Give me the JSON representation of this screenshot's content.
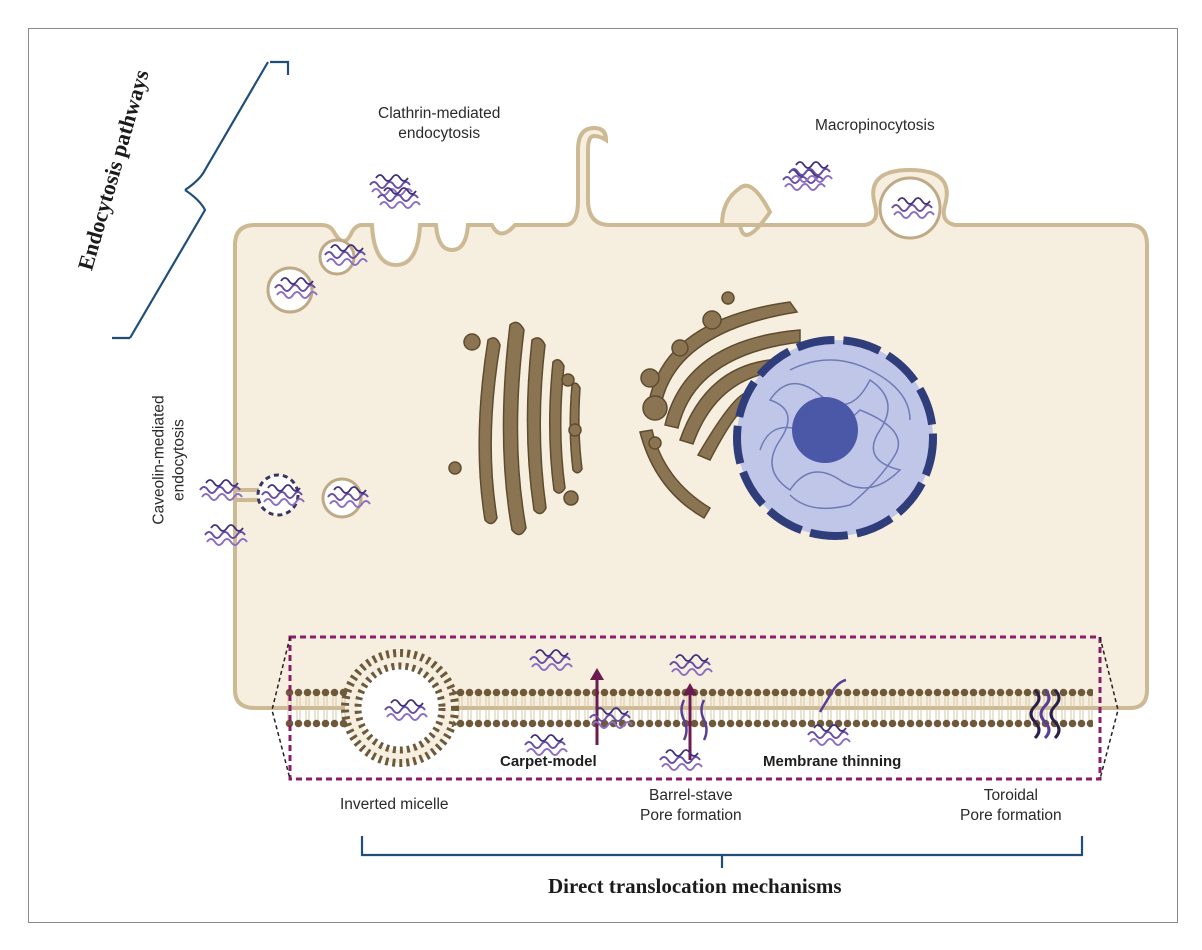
{
  "labels": {
    "endocytosis_pathways": "Endocytosis pathways",
    "clathrin_line1": "Clathrin-mediated",
    "clathrin_line2": "endocytosis",
    "macropinocytosis": "Macropinocytosis",
    "caveolin_line1": "Caveolin-mediated",
    "caveolin_line2": "endocytosis",
    "carpet_model": "Carpet-model",
    "membrane_thinning": "Membrane thinning",
    "inverted_micelle": "Inverted micelle",
    "barrel_line1": "Barrel-stave",
    "barrel_line2": "Pore formation",
    "toroidal_line1": "Toroidal",
    "toroidal_line2": "Pore formation",
    "direct_translocation": "Direct translocation mechanisms"
  },
  "colors": {
    "cell_fill": "#f6efdf",
    "cell_stroke": "#cdb994",
    "organelle": "#8a7452",
    "nucleus_fill": "#bfc6e8",
    "nucleus_envelope": "#2f3d7a",
    "peptide": "#7d5fb0",
    "bracket": "#1f4e79",
    "dashed_box": "#8b1e6b"
  }
}
